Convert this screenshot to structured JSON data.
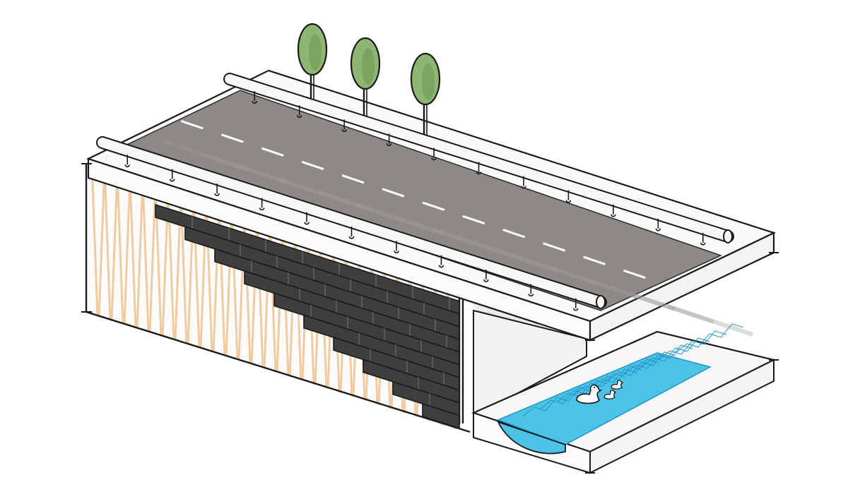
{
  "illustration": {
    "subject": "bridge-road-over-canal-sketch",
    "road": {
      "lanes": 2,
      "center_line": "dashed",
      "guardrails": 2
    },
    "trees": {
      "count": 3
    },
    "ducks": {
      "adults": 1,
      "ducklings": 2
    }
  },
  "colors": {
    "background": "#ffffff",
    "ink": "#1a1a1a",
    "asphalt": "#8c8986",
    "lane_marking": "#ffffff",
    "rail": "#f7f7f7",
    "wall_face": "#fbfbfb",
    "earth_hatch": "#f0c596",
    "cladding": "#3e3e3e",
    "cladding_joint": "#6a6a6a",
    "water": "#4cc3e6",
    "water_stroke": "#1f94c9",
    "tree_crown": "#8fb572",
    "tree_crown_dark": "#6f9a57",
    "shadow": "#d6d6d6"
  },
  "icons": [
    "tree-icon",
    "duck-icon",
    "duckling-icon"
  ]
}
